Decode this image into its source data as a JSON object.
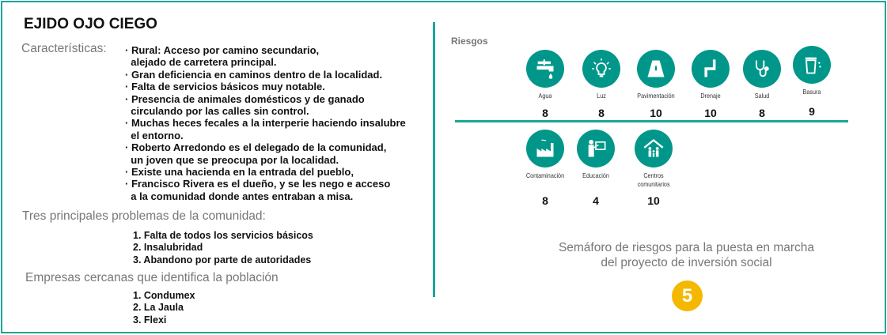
{
  "title": "EJIDO OJO CIEGO",
  "caracteristicas": {
    "label": "Características:",
    "lines": [
      "· Rural: Acceso por camino secundario,",
      "  alejado de carretera principal.",
      "· Gran deficiencia en caminos dentro de la localidad.",
      "· Falta de servicios básicos muy notable.",
      "· Presencia de animales domésticos y de ganado",
      "  circulando por las calles sin control.",
      "· Muchas heces fecales a la interperie haciendo insalubre",
      "  el entorno.",
      "· Roberto Arredondo es el delegado de la comunidad,",
      "  un joven que se preocupa por la localidad.",
      "· Existe una hacienda en la entrada del pueblo,",
      "· Francisco Rivera es el dueño, y se les nego e acceso",
      "  a la comunidad donde antes entraban a misa."
    ]
  },
  "problemas": {
    "label": "Tres principales problemas de la comunidad:",
    "items": [
      "1. Falta de todos los servicios básicos",
      "2. Insalubridad",
      "3. Abandono por parte de autoridades"
    ]
  },
  "empresas": {
    "label": "Empresas cercanas que identifica la población",
    "items": [
      "1. Condumex",
      "2. La Jaula",
      "3. Flexi"
    ]
  },
  "riesgos": {
    "label": "Riesgos",
    "items": [
      {
        "label": "Agua",
        "value": "8",
        "icon": "faucet-icon"
      },
      {
        "label": "Luz",
        "value": "8",
        "icon": "lightbulb-icon"
      },
      {
        "label": "Pavimentación",
        "value": "10",
        "icon": "road-icon"
      },
      {
        "label": "Drenaje",
        "value": "10",
        "icon": "pipe-icon"
      },
      {
        "label": "Salud",
        "value": "8",
        "icon": "stethoscope-icon"
      },
      {
        "label": "Basura",
        "value": "9",
        "icon": "trash-icon"
      },
      {
        "label": "Contaminación",
        "value": "8",
        "icon": "factory-icon"
      },
      {
        "label": "Educación",
        "value": "4",
        "icon": "teacher-icon"
      },
      {
        "label": "Centros comunitarios",
        "value": "10",
        "icon": "community-icon"
      }
    ]
  },
  "semaforo": {
    "line1": "Semáforo de riesgos para la puesta en marcha",
    "line2": "del proyecto de inversión social",
    "value": "5",
    "color": "#f5b800"
  },
  "colors": {
    "accent": "#1aa79a",
    "icon_bg": "#00978a"
  }
}
